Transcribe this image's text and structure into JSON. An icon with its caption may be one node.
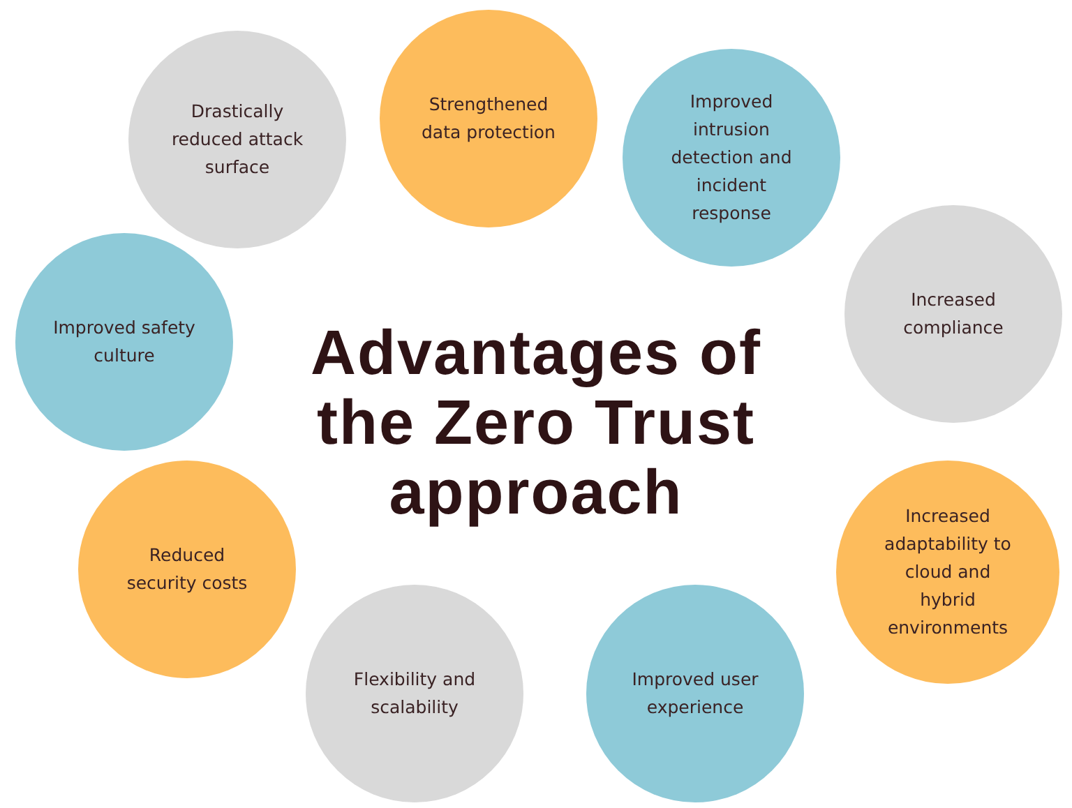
{
  "diagram": {
    "title": "Advantages of the Zero Trust approach",
    "nodes": [
      {
        "text": [
          "Drastically reduced attack surface"
        ]
      },
      {
        "text": [
          "Strengthened data protection"
        ]
      },
      {
        "text": [
          "Improved intrusion detection and incident response"
        ]
      },
      {
        "text": [
          "Increased compliance"
        ]
      },
      {
        "text": [
          "Increased adaptability to cloud and hybrid environments"
        ]
      },
      {
        "text": [
          "Improved user experience"
        ]
      },
      {
        "text": [
          "Flexibility and scalability"
        ]
      },
      {
        "text": [
          "Reduced security costs"
        ]
      },
      {
        "text": [
          "Improved safety culture"
        ]
      }
    ]
  }
}
